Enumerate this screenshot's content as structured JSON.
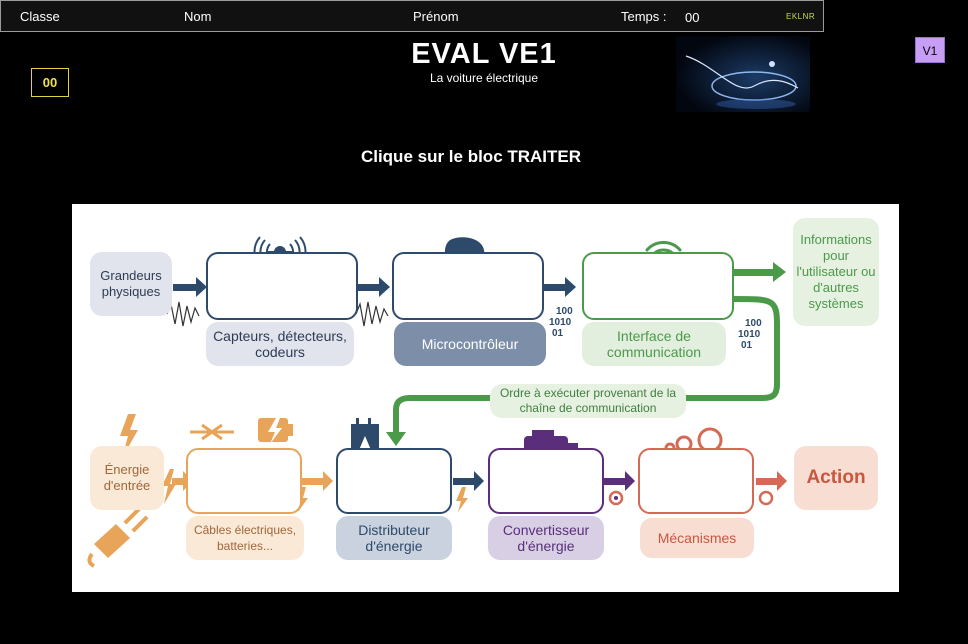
{
  "header": {
    "classe_label": "Classe",
    "nom_label": "Nom",
    "prenom_label": "Prénom",
    "temps_label": "Temps :",
    "temps_value": "00",
    "logo_text": "EKLNR"
  },
  "title": "EVAL VE1",
  "subtitle": "La voiture électrique",
  "score": "00",
  "version": "V1",
  "instruction": "Clique sur le bloc TRAITER",
  "diagram": {
    "grandeurs": "Grandeurs physiques",
    "capteurs": "Capteurs, détecteurs, codeurs",
    "microcontroleur": "Microcontrôleur",
    "interface": "Interface de communication",
    "informations": "Informations pour l'utilisateur ou d'autres systèmes",
    "ordre": "Ordre à exécuter provenant de la chaîne de communication",
    "energie": "Énergie d'entrée",
    "cables": "Câbles électriques, batteries...",
    "distributeur": "Distributeur d'énergie",
    "convertisseur": "Convertisseur d'énergie",
    "mecanismes": "Mécanismes",
    "action": "Action",
    "binary": "100 1010 01"
  },
  "colors": {
    "info_chain": "#2e4a6b",
    "communication": "#4b9a4a",
    "energy": "#e8a55a",
    "converter": "#5a2e7a",
    "action": "#d46a55",
    "version_badge": "#c79ef5",
    "score_border": "#e2d040"
  }
}
